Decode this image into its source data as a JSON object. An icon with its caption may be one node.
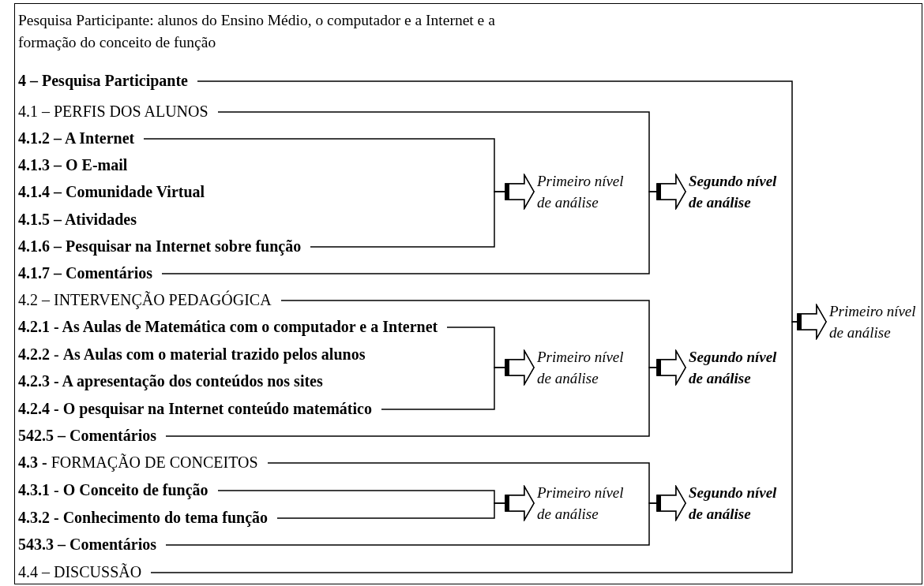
{
  "diagram": {
    "title": "Pesquisa Participante: alunos do Ensino Médio, o computador e a Internet e a formação do conceito de função",
    "nodes": [
      {
        "text": [
          "4 – Pesquisa Participante"
        ]
      },
      {
        "text": [
          "4.1 – PERFIS DOS ALUNOS"
        ]
      },
      {
        "text": [
          "4.1.2 – A Internet"
        ]
      },
      {
        "text": [
          "4.1.3 – O E-mail"
        ]
      },
      {
        "text": [
          "4.1.4 – Comunidade Virtual"
        ]
      },
      {
        "text": [
          "4.1.5 – Atividades"
        ]
      },
      {
        "text": [
          "4.1.6 – Pesquisar na Internet sobre função"
        ]
      },
      {
        "text": [
          "4.1.7 – Comentários"
        ]
      },
      {
        "text": [
          "4.2 – INTERVENÇÃO PEDAGÓGICA"
        ]
      },
      {
        "text": [
          "4.2.1 - As Aulas de Matemática com o computador e a Internet"
        ]
      },
      {
        "text": [
          "**4.2.2** - **As Aulas com o material trazido pelos alunos**"
        ]
      },
      {
        "text": [
          "4.2.3 - A apresentação dos conteúdos nos sites"
        ]
      },
      {
        "text": [
          "4.2.4 - O pesquisar na Internet conteúdo matemático"
        ]
      },
      {
        "text": [
          "542.5 – Comentários"
        ]
      },
      {
        "text": [
          "**4.3 -** FORMAÇÃO DE CONCEITOS"
        ]
      },
      {
        "text": [
          "**4.3.1** - **O Conceito de função**"
        ]
      },
      {
        "text": [
          "4.3.2 - Conhecimento do tema função"
        ]
      },
      {
        "text": [
          "543.3 – Comentários"
        ]
      },
      {
        "text": [
          "4.4 – DISCUSSÃO"
        ]
      },
      {
        "text": [
          "Primeiro nível de análise"
        ]
      },
      {
        "text": [
          "Segundo nível de análise"
        ]
      },
      {
        "text": [
          "Primeiro nível de análise"
        ]
      },
      {
        "text": [
          "Segundo nível de análise"
        ]
      },
      {
        "text": [
          "Primeiro nível de análise"
        ]
      },
      {
        "text": [
          "Segundo nível de análise"
        ]
      },
      {
        "text": [
          "Primeiro nível de análise"
        ]
      }
    ],
    "edges": [
      {
        "from": 2,
        "to": 19,
        "arrow": "to"
      },
      {
        "from": 6,
        "to": 19,
        "arrow": "to"
      },
      {
        "from": 1,
        "to": 20,
        "arrow": "to"
      },
      {
        "from": 7,
        "to": 20,
        "arrow": "to"
      },
      {
        "from": 9,
        "to": 21,
        "arrow": "to"
      },
      {
        "from": 12,
        "to": 21,
        "arrow": "to"
      },
      {
        "from": 8,
        "to": 22,
        "arrow": "to"
      },
      {
        "from": 13,
        "to": 22,
        "arrow": "to"
      },
      {
        "from": 15,
        "to": 23,
        "arrow": "to"
      },
      {
        "from": 16,
        "to": 23,
        "arrow": "to"
      },
      {
        "from": 14,
        "to": 24,
        "arrow": "to"
      },
      {
        "from": 17,
        "to": 24,
        "arrow": "to"
      },
      {
        "from": 0,
        "to": 25,
        "arrow": "to"
      },
      {
        "from": 18,
        "to": 25,
        "arrow": "to"
      }
    ]
  }
}
